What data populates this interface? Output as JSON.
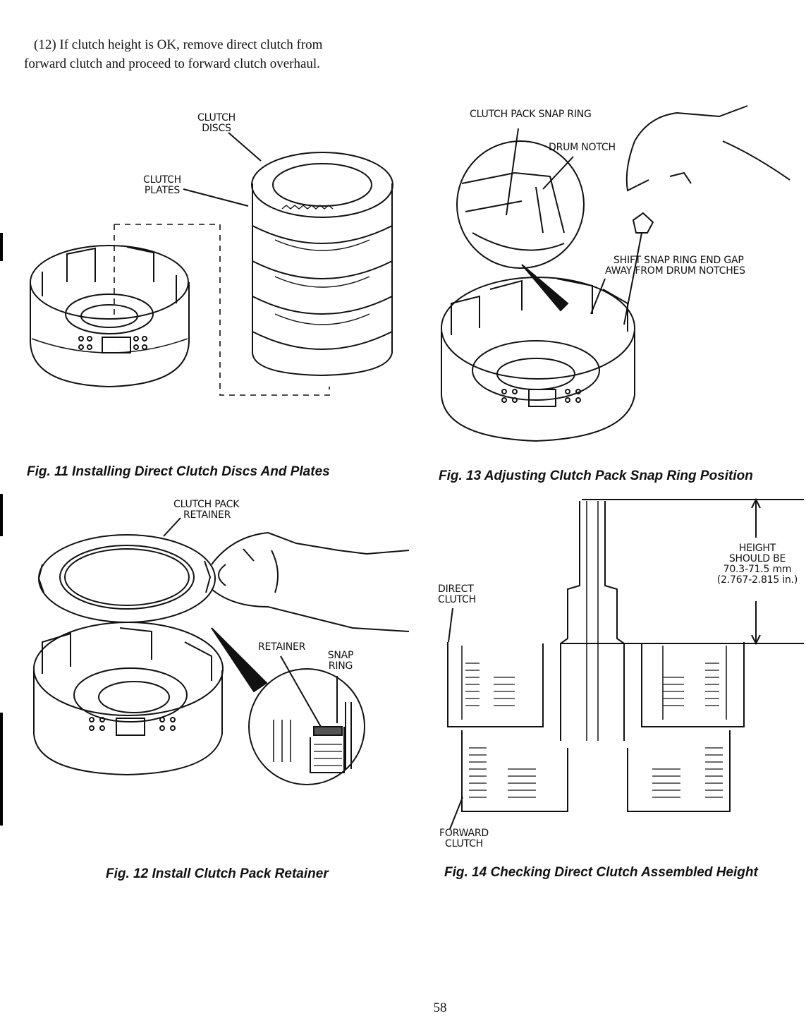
{
  "intro": {
    "line1": "(12) If clutch height is OK, remove direct clutch from",
    "line2": "forward clutch and proceed to forward clutch overhaul."
  },
  "fig11": {
    "caption": "Fig. 11 Installing Direct Clutch Discs And Plates",
    "label_discs_1": "CLUTCH",
    "label_discs_2": "DISCS",
    "label_plates_1": "CLUTCH",
    "label_plates_2": "PLATES"
  },
  "fig12": {
    "caption": "Fig. 12 Install Clutch Pack Retainer",
    "label_retainer_1": "CLUTCH PACK",
    "label_retainer_2": "RETAINER",
    "label_retainer_detail": "RETAINER",
    "label_snap_1": "SNAP",
    "label_snap_2": "RING"
  },
  "fig13": {
    "caption": "Fig. 13 Adjusting Clutch Pack Snap Ring Position",
    "label_snap_ring": "CLUTCH PACK SNAP RING",
    "label_drum_notch": "DRUM NOTCH",
    "label_shift_1": "SHIFT SNAP RING END GAP",
    "label_shift_2": "AWAY FROM DRUM NOTCHES"
  },
  "fig14": {
    "caption": "Fig. 14 Checking Direct Clutch Assembled Height",
    "label_direct_1": "DIRECT",
    "label_direct_2": "CLUTCH",
    "label_forward_1": "FORWARD",
    "label_forward_2": "CLUTCH",
    "label_height_1": "HEIGHT",
    "label_height_2": "SHOULD BE",
    "label_height_3": "70.3-71.5 mm",
    "label_height_4": "(2.767-2.815 in.)"
  },
  "page_number": "58"
}
